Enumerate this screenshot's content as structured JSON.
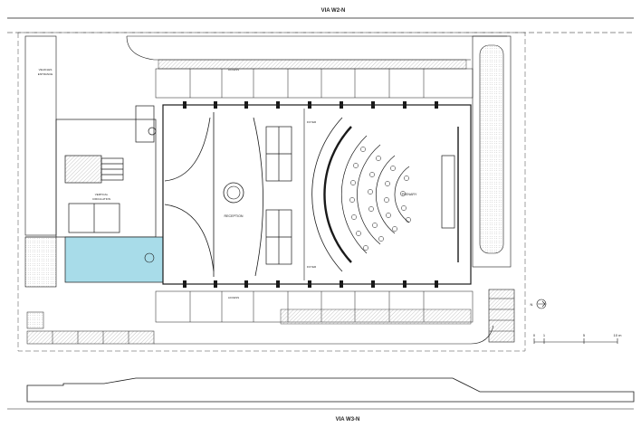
{
  "streets": {
    "north": "VIA W2-N",
    "south": "VIA W3-N"
  },
  "labels": {
    "vehicle_entrance_line1": "VEHICLES",
    "vehicle_entrance_line2": "ENTRANCE",
    "access_north": "ACCESS",
    "access_south": "ACCESS",
    "vertical_circulation_line1": "VERTICAL",
    "vertical_circulation_line2": "CIRCULATION",
    "reception": "RECEPTION",
    "foyer_north": "FOYER",
    "foyer_south": "FOYER",
    "plenary": "PLENARY"
  },
  "north_arrow": {
    "label": "N"
  },
  "scale_bar": {
    "ticks": [
      "0",
      "1",
      "5",
      "10 m"
    ]
  },
  "colors": {
    "line": "#1a1a1a",
    "pool": "#a8dce9",
    "hatch": "#9a9a9a"
  }
}
